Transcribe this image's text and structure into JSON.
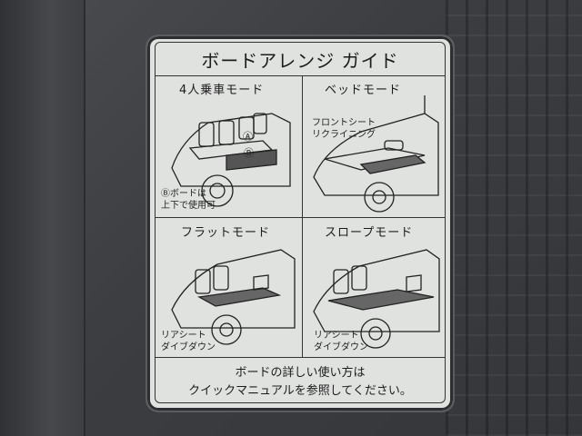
{
  "label": {
    "title": "ボードアレンジ ガイド",
    "panels": [
      {
        "mode": "4人乗車モード",
        "marks": [
          "Ⓐ",
          "Ⓑ"
        ],
        "note_lines": [
          "Ⓑボードは",
          "上下で使用可"
        ]
      },
      {
        "mode": "ベッドモード",
        "note_lines": [
          "フロントシート",
          "リクライニング"
        ]
      },
      {
        "mode": "フラットモード",
        "note_lines": [
          "リアシート",
          "ダイブダウン"
        ]
      },
      {
        "mode": "スロープモード",
        "note_lines": [
          "リアシート",
          "ダイブダウン"
        ]
      }
    ],
    "footer_lines": [
      "ボードの詳しい使い方は",
      "クイックマニュアルを参照してください。"
    ]
  },
  "colors": {
    "label_background": "#dfe2df",
    "ink": "#1c1c1c",
    "panel_plastic": "#3b3d41"
  }
}
